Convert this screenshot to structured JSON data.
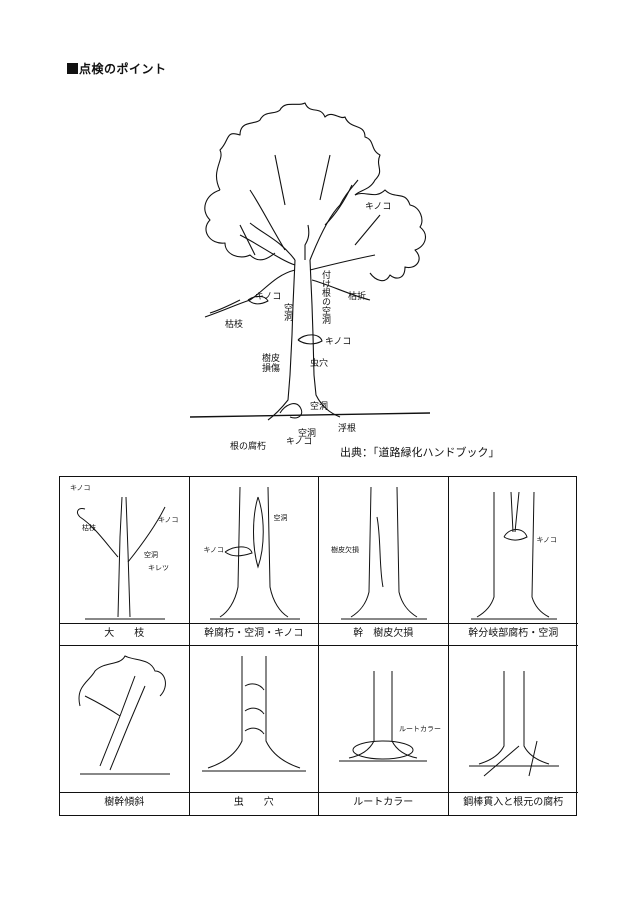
{
  "heading": "点検のポイント",
  "main_labels": {
    "kinoko_top": "キノコ",
    "kinoko_left": "キノコ",
    "kareeda": "枯枝",
    "kuudou_trunk": "空洞",
    "tsukene_kuudou": "付け根の空洞",
    "kareore": "枯折",
    "kinoko_mid": "キノコ",
    "juhi_sonshou": "樹皮損傷",
    "mushiana": "虫穴",
    "kuudou_base": "空洞",
    "fuukai": "浮根",
    "kuudou_root": "空洞",
    "ne_no_fukyuu": "根の腐朽",
    "kinoko_root": "キノコ"
  },
  "source": "出典：「道路緑化ハンドブック」",
  "cells": [
    {
      "caption": "大　　枝",
      "labels": [
        "キノコ",
        "枯枝",
        "キノコ",
        "空洞",
        "キレツ"
      ]
    },
    {
      "caption": "幹腐朽・空洞・キノコ",
      "labels": [
        "空洞",
        "キノコ"
      ]
    },
    {
      "caption": "幹　樹皮欠損",
      "labels": [
        "樹皮欠損"
      ]
    },
    {
      "caption": "幹分岐部腐朽・空洞",
      "labels": [
        "キノコ"
      ]
    },
    {
      "caption": "樹幹傾斜",
      "labels": []
    },
    {
      "caption": "虫　　穴",
      "labels": []
    },
    {
      "caption": "ルートカラー",
      "labels": [
        "ルートカラー"
      ]
    },
    {
      "caption": "鋼棒貫入と根元の腐朽",
      "labels": []
    }
  ],
  "icons": {
    "heading_marker": "black-square"
  }
}
